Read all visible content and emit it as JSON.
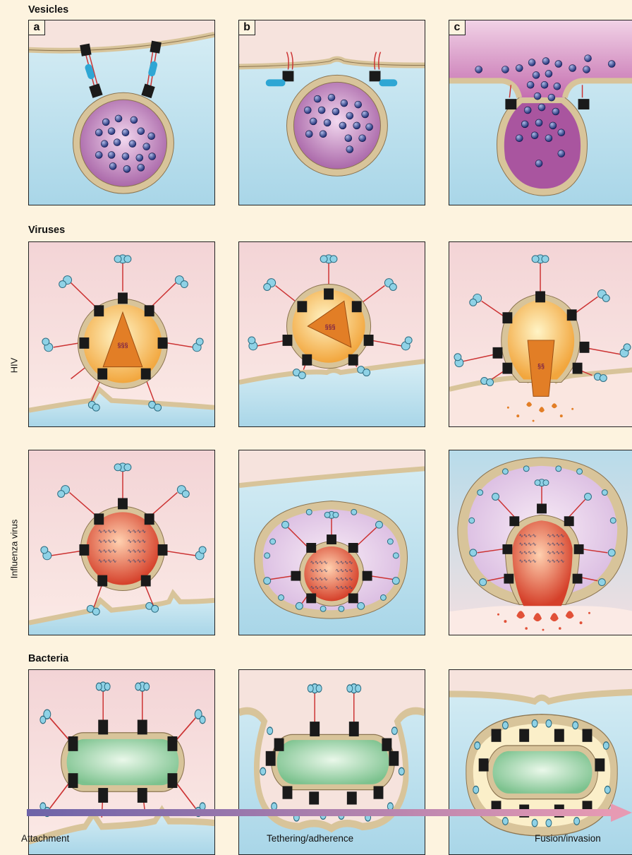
{
  "sections": {
    "vesicles": "Vesicles",
    "viruses": "Viruses",
    "bacteria": "Bacteria"
  },
  "row_labels": {
    "hiv": "HIV",
    "influenza": "Influenza virus"
  },
  "panel_letters": {
    "a": "a",
    "b": "b",
    "c": "c"
  },
  "axis": {
    "start": "Attachment",
    "middle": "Tethering/adherence",
    "end": "Fusion/invasion"
  },
  "colors": {
    "cytoplasm_blue": "#bfe0ec",
    "outside_pink": "#f6ddd9",
    "membrane_tan": "#d8c49a",
    "vesicle_purple": "#b975b5",
    "hiv_orange": "#f8b84a",
    "influenza_red": "#e05a3a",
    "bacteria_green": "#9fd5ac",
    "protein_black": "#1a1a1a",
    "receptor_cyan": "#8fd2e6",
    "arrow_start": "#6d63a8",
    "arrow_end": "#e79ab3"
  }
}
